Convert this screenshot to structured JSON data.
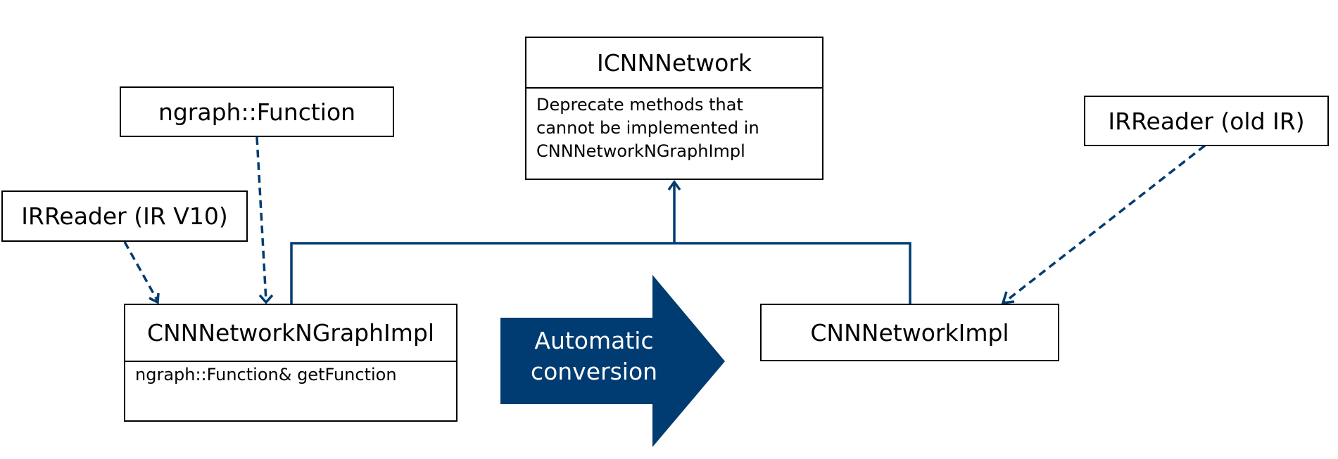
{
  "colors": {
    "connector": "#003c71",
    "arrow_fill": "#003c71",
    "box_border": "#000000",
    "arrow_text": "#ffffff"
  },
  "boxes": {
    "icnnnetwork": {
      "title": "ICNNNetwork",
      "body": "Deprecate methods that\ncannot be implemented in\nCNNNetworkNGraphImpl"
    },
    "ngraph_function": {
      "title": "ngraph::Function"
    },
    "irreader_v10": {
      "title": "IRReader (IR V10)"
    },
    "irreader_old": {
      "title": "IRReader (old IR)"
    },
    "cnnnetwork_ngraph_impl": {
      "title": "CNNNetworkNGraphImpl",
      "body": "ngraph::Function& getFunction"
    },
    "cnnnetwork_impl": {
      "title": "CNNNetworkImpl"
    }
  },
  "conversion_arrow": {
    "label": "Automatic\nconversion"
  }
}
